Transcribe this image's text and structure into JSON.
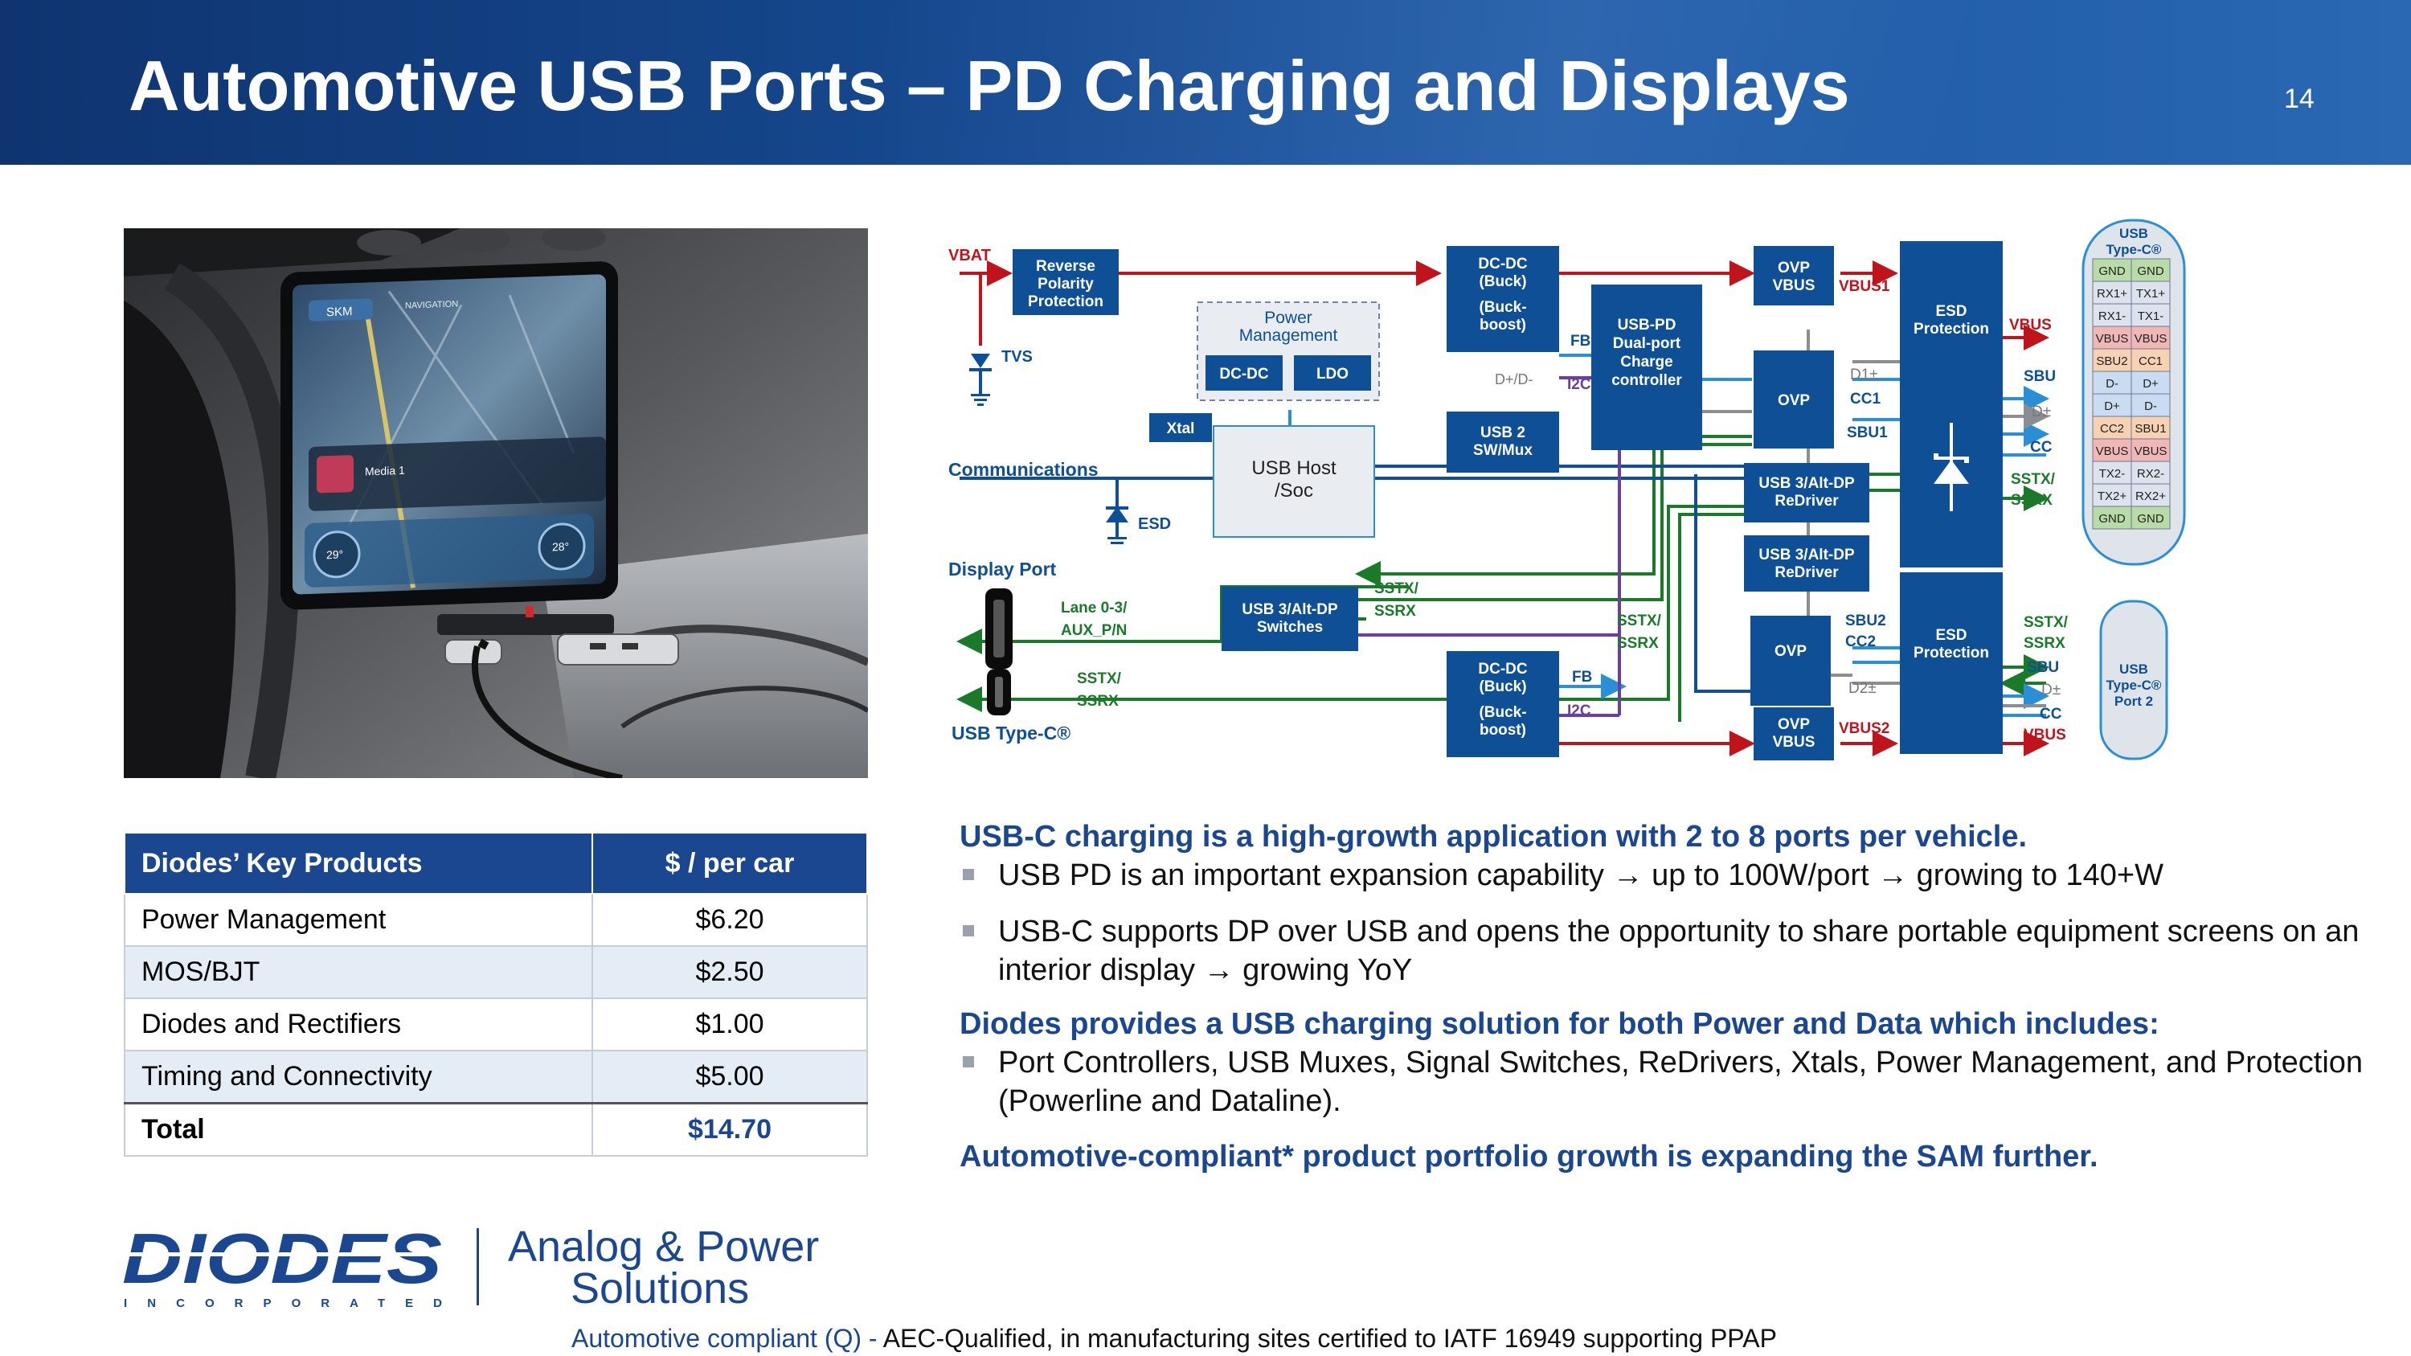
{
  "header": {
    "title": "Automotive USB Ports – PD Charging and Displays",
    "page_number": "14"
  },
  "photo": {
    "screen_chip": "SKM",
    "screen_nav": "NAVIGATION",
    "media_label": "Media 1",
    "temp_left": "29°",
    "temp_right": "28°"
  },
  "table": {
    "col_product": "Diodes’ Key Products",
    "col_price": "$ / per car",
    "rows": [
      {
        "product": "Power Management",
        "price": "$6.20"
      },
      {
        "product": "MOS/BJT",
        "price": "$2.50"
      },
      {
        "product": "Diodes and Rectifiers",
        "price": "$1.00"
      },
      {
        "product": "Timing and Connectivity",
        "price": "$5.00"
      }
    ],
    "total_label": "Total",
    "total_value": "$14.70"
  },
  "diagram": {
    "vbat": "VBAT",
    "tvs": "TVS",
    "reverse": [
      "Reverse",
      "Polarity",
      "Protection"
    ],
    "pm_title": [
      "Power",
      "Management"
    ],
    "dcdc": "DC-DC",
    "ldo": "LDO",
    "xtal": "Xtal",
    "host": [
      "USB Host",
      "/Soc"
    ],
    "communications": "Communications",
    "esd": "ESD",
    "display_port": "Display Port",
    "lane": [
      "Lane 0-3/",
      "AUX_P/N"
    ],
    "sstx": "SSTX/",
    "ssrx": "SSRX",
    "usb_typec_left": "USB Type-C®",
    "altdp_switch": [
      "USB 3/Alt-DP",
      "Switches"
    ],
    "buck_top": [
      "DC-DC",
      "(Buck)",
      "(Buck-",
      "boost)"
    ],
    "buck_bottom": [
      "DC-DC",
      "(Buck)",
      "(Buck-",
      "boost)"
    ],
    "fb": "FB",
    "i2c": "I2C",
    "dpm": "D+/D-",
    "sw_mux": [
      "USB 2",
      "SW/Mux"
    ],
    "pd": [
      "USB-PD",
      "Dual-port",
      "Charge",
      "controller"
    ],
    "ovp_vbus": [
      "OVP",
      "VBUS"
    ],
    "ovp": "OVP",
    "vbus1": "VBUS1",
    "vbus2": "VBUS2",
    "d1": "D1±",
    "d2": "D2±",
    "cc1": "CC1",
    "cc2": "CC2",
    "sbu1": "SBU1",
    "sbu2": "SBU2",
    "redriver": [
      "USB 3/Alt-DP",
      "ReDriver"
    ],
    "esd_prot": [
      "ESD",
      "Protection"
    ],
    "vbus": "VBUS",
    "sbu": "SBU",
    "dpm2": "D±",
    "cc": "CC",
    "conn_title": [
      "USB",
      "Type-C®"
    ],
    "port2": [
      "USB",
      "Type-C®",
      "Port 2"
    ],
    "pins": [
      [
        "GND",
        "GND"
      ],
      [
        "RX1+",
        "TX1+"
      ],
      [
        "RX1-",
        "TX1-"
      ],
      [
        "VBUS",
        "VBUS"
      ],
      [
        "SBU2",
        "CC1"
      ],
      [
        "D-",
        "D+"
      ],
      [
        "D+",
        "D-"
      ],
      [
        "CC2",
        "SBU1"
      ],
      [
        "VBUS",
        "VBUS"
      ],
      [
        "TX2-",
        "RX2-"
      ],
      [
        "TX2+",
        "RX2+"
      ],
      [
        "GND",
        "GND"
      ]
    ]
  },
  "text": {
    "h1": "USB-C charging is a high-growth application with 2 to 8 ports per vehicle.",
    "b1": "USB PD is an important expansion capability → up to 100W/port → growing to 140+W",
    "b2": "USB-C supports DP over USB and opens the opportunity to share portable equipment screens on an interior display → growing YoY",
    "h2": "Diodes provides a USB charging solution for both Power and Data which includes:",
    "b3": "Port Controllers, USB Muxes, Signal Switches, ReDrivers, Xtals, Power Management, and Protection (Powerline and Dataline).",
    "h3": "Automotive-compliant* product portfolio growth is expanding the SAM further."
  },
  "footer": {
    "logo_text": "DIODES",
    "logo_sub": "INCORPORATED",
    "tagline_1": "Analog & Power",
    "tagline_2": "Solutions",
    "footnote_blue": "Automotive compliant (Q) -",
    "footnote_rest": " AEC-Qualified, in manufacturing sites certified to IATF 16949 supporting PPAP"
  },
  "colors": {
    "brand_blue": "#1a4790",
    "block_blue": "#0e4f96",
    "red": "#c0141c",
    "green": "#1a7a2a",
    "purple": "#6a3fa0",
    "light_blue": "#2a8fd6"
  }
}
